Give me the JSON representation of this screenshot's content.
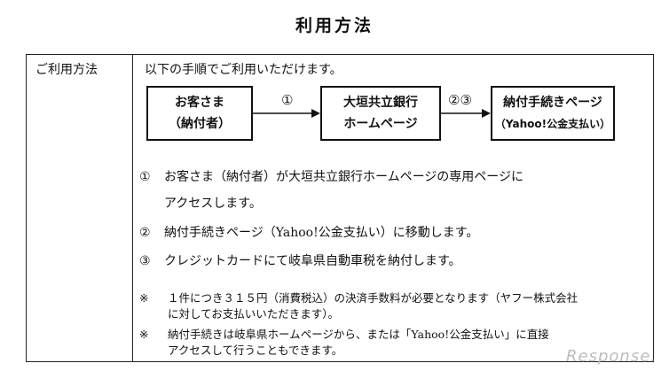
{
  "title": "利用方法",
  "table": {
    "row_label": "ご利用方法",
    "intro": "以下の手順でご利用いただけます。"
  },
  "flow": {
    "box1": {
      "line1": "お客さま",
      "line2": "（納付者）"
    },
    "arrow1": "①",
    "box2": {
      "line1": "大垣共立銀行",
      "line2": "ホームページ"
    },
    "arrow2": "②③",
    "box3": {
      "line1": "納付手続きページ",
      "line2": "（Yahoo!公金支払い）"
    }
  },
  "steps": [
    {
      "num": "①",
      "text": "お客さま（納付者）が大垣共立銀行ホームページの専用ページに",
      "cont": "アクセスします。"
    },
    {
      "num": "②",
      "text": "納付手続きページ（Yahoo!公金支払い）に移動します。"
    },
    {
      "num": "③",
      "text": "クレジットカードにて岐阜県自動車税を納付します。"
    }
  ],
  "notes": [
    {
      "mark": "※",
      "text": "１件につき３１５円（消費税込）の決済手数料が必要となります（ヤフー株式会社",
      "cont": "に対してお支払いいただきます）。"
    },
    {
      "mark": "※",
      "text": "納付手続きは岐阜県ホームページから、または「Yahoo!公金支払い」に直接",
      "cont": "アクセスして行うこともできます。"
    }
  ],
  "watermark": "Response."
}
